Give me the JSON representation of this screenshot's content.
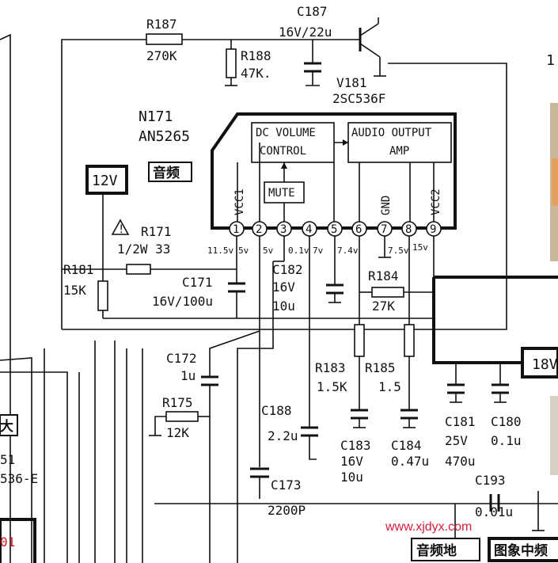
{
  "ic": {
    "ref": "N171",
    "part": "AN5265",
    "tag": "音频",
    "blocks": {
      "dc_volume": {
        "line1": "DC VOLUME",
        "line2": "CONTROL"
      },
      "audio_output": {
        "line1": "AUDIO OUTPUT",
        "line2": "AMP"
      },
      "mute": "MUTE"
    },
    "pin_names": {
      "vcc1": "VCC1",
      "gnd": "GND",
      "vcc2": "VCC2"
    },
    "pins": [
      {
        "num": "1",
        "voltage": "11.5v"
      },
      {
        "num": "2",
        "voltage": "5v"
      },
      {
        "num": "3",
        "voltage": "5v"
      },
      {
        "num": "4",
        "voltage": "0.1v"
      },
      {
        "num": "5",
        "voltage": "7v"
      },
      {
        "num": "6",
        "voltage": "7.4v"
      },
      {
        "num": "7",
        "voltage": ""
      },
      {
        "num": "8",
        "voltage": "7.5v"
      },
      {
        "num": "9",
        "voltage": "15v"
      }
    ]
  },
  "components": {
    "r187": {
      "ref": "R187",
      "value": "270K"
    },
    "r188": {
      "ref": "R188",
      "value": "47K."
    },
    "c187": {
      "ref": "C187",
      "value": "16V/22u"
    },
    "v181": {
      "ref": "V181",
      "part": "2SC536F"
    },
    "r171": {
      "ref": "R171",
      "value": "1/2W  33"
    },
    "r181": {
      "ref": "R181",
      "value": "15K"
    },
    "c171": {
      "ref": "C171",
      "value": "16V/100u"
    },
    "c182": {
      "ref": "C182",
      "voltage": "16V",
      "value": "10u"
    },
    "r184": {
      "ref": "R184",
      "value": "27K"
    },
    "r183": {
      "ref": "R183",
      "value": "1.5K"
    },
    "r185": {
      "ref": "R185",
      "value": "1.5"
    },
    "c183": {
      "ref": "C183",
      "voltage": "16V",
      "value": "10u"
    },
    "c184": {
      "ref": "C184",
      "value": "0.47u"
    },
    "c181": {
      "ref": "C181",
      "voltage": "25V",
      "value": "470u"
    },
    "c180": {
      "ref": "C180",
      "value": "0.1u"
    },
    "c172": {
      "ref": "C172",
      "value": "1u"
    },
    "r175": {
      "ref": "R175",
      "value": "12K"
    },
    "c188": {
      "ref": "C188",
      "value": "2.2u"
    },
    "c173": {
      "ref": "C173",
      "value": "2200P"
    },
    "c193": {
      "ref": "C193",
      "value": "0.01u"
    }
  },
  "tags": {
    "v12": "12V",
    "v18": "18V",
    "audio_ground": "音频地",
    "video_if": "图象中频"
  },
  "edge_labels": {
    "top_right": "1",
    "left_box": "大",
    "left_ref": "51",
    "left_part": "536-E",
    "left_red": "01"
  },
  "watermark": "www.xjdyx.com"
}
